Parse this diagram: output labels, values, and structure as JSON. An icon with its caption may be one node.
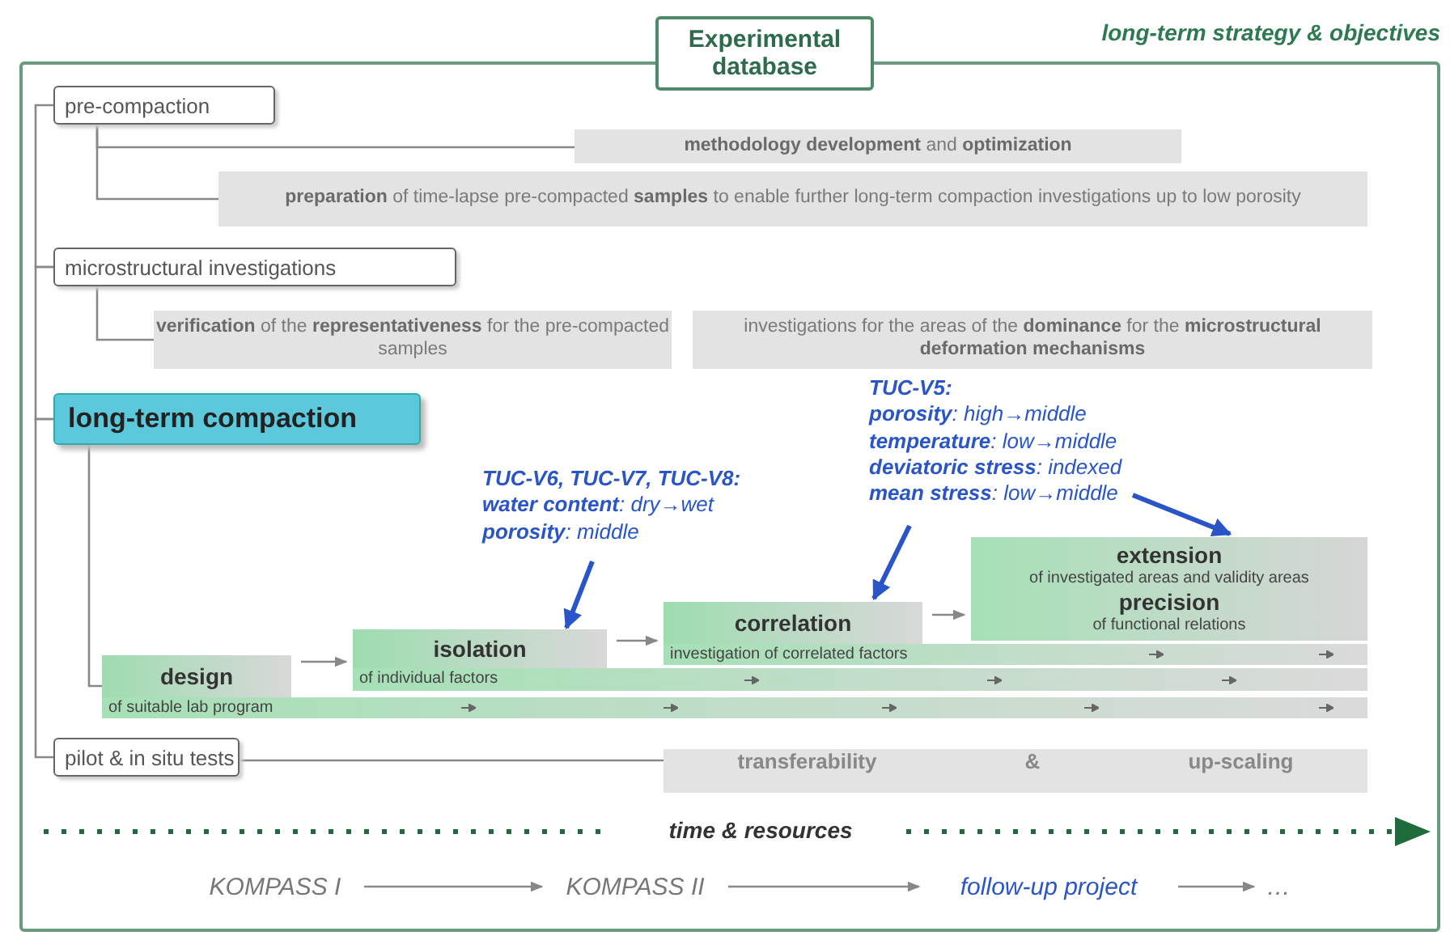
{
  "diagram": {
    "nodes": [
      {
        "text": [
          "Experimental database"
        ],
        "beside": [
          "long-term strategy & objectives"
        ]
      },
      {
        "text": [
          "pre-compaction"
        ],
        "in": 0
      },
      {
        "text": [
          "**methodology development** and **optimization**"
        ],
        "in": 0
      },
      {
        "text": [
          "**preparation** of time-lapse pre-compacted **samples** to enable further long-term compaction investigations up to low porosity"
        ],
        "in": 0
      },
      {
        "text": [
          "microstructural investigations"
        ],
        "in": 0
      },
      {
        "text": [
          "**verification** of the **representativeness** for the pre-compacted samples"
        ],
        "in": 0
      },
      {
        "text": [
          "investigations for the areas of the **dominance** for the **microstructural deformation mechanisms**"
        ],
        "in": 0
      },
      {
        "text": [
          "long-term compaction"
        ],
        "in": 0
      },
      {
        "text": [
          "design"
        ],
        "beside": [
          "of suitable lab program"
        ],
        "in": 0
      },
      {
        "text": [
          "isolation"
        ],
        "beside": [
          "of individual factors"
        ],
        "in": 0
      },
      {
        "text": [
          "correlation"
        ],
        "beside": [
          "investigation of correlated factors"
        ],
        "in": 0
      },
      {
        "text": [
          "extension",
          "of investigated areas and validity areas",
          "precision",
          "of functional relations"
        ],
        "in": 0
      },
      {
        "text": [
          "TUC-V6, TUC-V7, TUC-V8:",
          "**water content**: dry→wet",
          "**porosity**: middle"
        ],
        "in": 0
      },
      {
        "text": [
          "TUC-V5:",
          "**porosity**: high→middle",
          "**temperature**: low→middle",
          "**deviatoric stress**: indexed",
          "**mean stress**: low→middle"
        ],
        "in": 0
      },
      {
        "text": [
          "pilot & in situ tests"
        ],
        "in": 0
      },
      {
        "text": [
          "transferability",
          "&",
          "up-scaling"
        ],
        "in": 0
      },
      {
        "text": [
          "KOMPASS I"
        ],
        "in": 0
      },
      {
        "text": [
          "KOMPASS II"
        ],
        "in": 0
      },
      {
        "text": [
          "follow-up project"
        ],
        "in": 0
      },
      {
        "text": [
          "…"
        ],
        "in": 0
      }
    ],
    "edges": [
      {
        "from": 1,
        "to": 4,
        "arrow": "none"
      },
      {
        "from": 4,
        "to": 7,
        "arrow": "none"
      },
      {
        "from": 7,
        "to": 14,
        "arrow": "none"
      },
      {
        "from": 1,
        "to": 2,
        "arrow": "none"
      },
      {
        "from": 1,
        "to": 3,
        "arrow": "none"
      },
      {
        "from": 4,
        "to": 5,
        "arrow": "none"
      },
      {
        "from": 7,
        "to": 8,
        "arrow": "none"
      },
      {
        "from": 14,
        "to": 15,
        "arrow": "none"
      },
      {
        "from": 8,
        "to": 9,
        "arrow": "to"
      },
      {
        "from": 9,
        "to": 10,
        "arrow": "to"
      },
      {
        "from": 10,
        "to": 11,
        "arrow": "to"
      },
      {
        "from": 12,
        "to": 9,
        "arrow": "to",
        "color": "#2a55c8",
        "style": "thick"
      },
      {
        "from": 13,
        "to": 10,
        "arrow": "to",
        "color": "#2a55c8",
        "style": "thick"
      },
      {
        "from": 13,
        "to": 11,
        "arrow": "to",
        "color": "#2a55c8",
        "style": "thick"
      },
      {
        "from": 16,
        "to": 17,
        "arrow": "to"
      },
      {
        "from": 17,
        "to": 18,
        "arrow": "to"
      },
      {
        "from": 18,
        "to": 19,
        "arrow": "to"
      }
    ],
    "labels": [
      "time & resources"
    ]
  }
}
